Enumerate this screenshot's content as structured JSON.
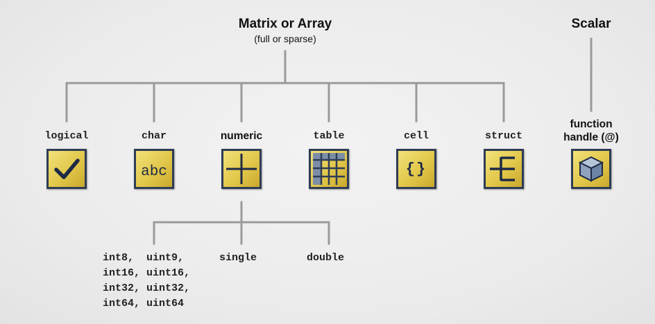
{
  "root": {
    "title": "Matrix or Array",
    "subtitle": "(full or sparse)"
  },
  "scalar": {
    "title": "Scalar"
  },
  "types": [
    {
      "label": "logical",
      "icon": "checkmark-icon"
    },
    {
      "label": "char",
      "icon": "abc-text-icon",
      "icon_text": "abc"
    },
    {
      "label": "numeric",
      "icon": "grid-2x2-icon"
    },
    {
      "label": "table",
      "icon": "table-grid-icon"
    },
    {
      "label": "cell",
      "icon": "curly-braces-icon",
      "icon_text": "{}"
    },
    {
      "label": "struct",
      "icon": "struct-tree-icon"
    }
  ],
  "function_handle": {
    "line1": "function",
    "line2": "handle (@)",
    "icon": "cube-icon"
  },
  "numeric_subtypes": {
    "integers": "int8,  uint9,\nint16, uint16,\nint32, uint32,\nint64, uint64",
    "single": "single",
    "double": "double"
  },
  "colors": {
    "line": "#9a9a9a",
    "icon_border": "#2f3c55",
    "icon_fill": "#e2c74a",
    "icon_glyph": "#1e2a45"
  }
}
